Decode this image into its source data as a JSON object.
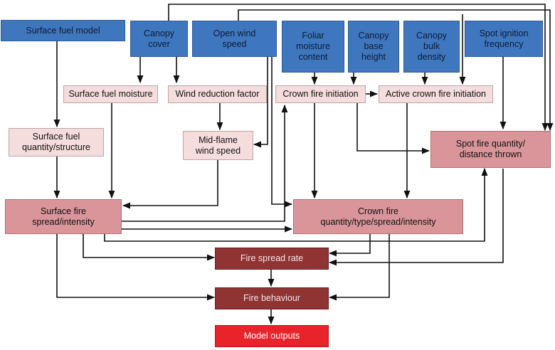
{
  "nodes": {
    "surface_fuel_model": "Surface fuel model",
    "canopy_cover": "Canopy\ncover",
    "open_wind_speed": "Open wind\nspeed",
    "foliar_moisture_content": "Foliar\nmoisture\ncontent",
    "canopy_base_height": "Canopy\nbase\nheight",
    "canopy_bulk_density": "Canopy\nbulk\ndensity",
    "spot_ignition_frequency": "Spot ignition\nfrequency",
    "surface_fuel_moisture": "Surface fuel moisture",
    "wind_reduction_factor": "Wind reduction factor",
    "crown_fire_initiation": "Crown fire initiation",
    "active_crown_fire_initiation": "Active crown fire initiation",
    "surface_fuel_quantity_structure": "Surface fuel\nquantity/structure",
    "mid_flame_wind_speed": "Mid-flame\nwind speed",
    "spot_fire_quantity": "Spot fire quantity/\ndistance thrown",
    "surface_fire_spread_intensity": "Surface fire\nspread/intensity",
    "crown_fire_quantity": "Crown fire\nquantity/type/spread/intensity",
    "fire_spread_rate": "Fire spread rate",
    "fire_behaviour": "Fire behaviour",
    "model_outputs": "Model outputs"
  },
  "colors": {
    "input": "#3f77bf",
    "intermediate": "#f6dddd",
    "secondary": "#d9959a",
    "behaviour": "#8f3333",
    "output": "#e8232a",
    "arrow": "#111111"
  }
}
